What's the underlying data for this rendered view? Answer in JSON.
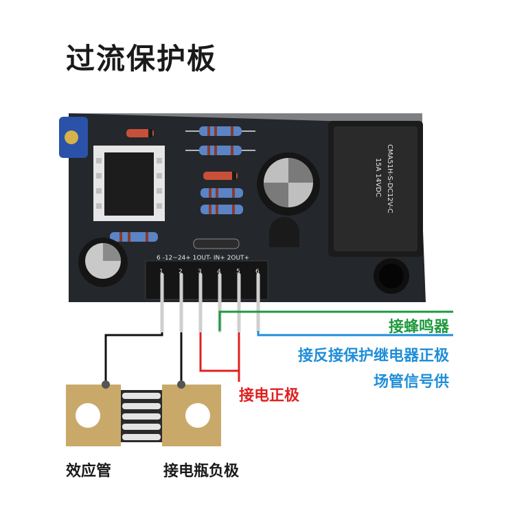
{
  "title": "过流保护板",
  "pcb_silkscreen": {
    "header_labels": "6  -12~24+  1OUT-  IN+  2OUT+",
    "pin_numbers": [
      "1",
      "2",
      "3",
      "4",
      "5",
      "6"
    ],
    "relay_text": [
      "CMA51H-S-DC12V-C",
      "15A 14VDC"
    ]
  },
  "callouts": {
    "buzzer": "接蜂鸣器",
    "reverse_relay_line1": "接反接保护继电器正极",
    "reverse_relay_line2": "场管信号供",
    "power_positive": "接电正极",
    "mosfet": "效应管",
    "battery_negative": "接电瓶负极"
  },
  "colors": {
    "buzzer_wire": "#1e9a3e",
    "relay_wire": "#1f8ed8",
    "positive_wire": "#e02020",
    "shunt_wire": "#111111",
    "pcb": "#22262a"
  }
}
